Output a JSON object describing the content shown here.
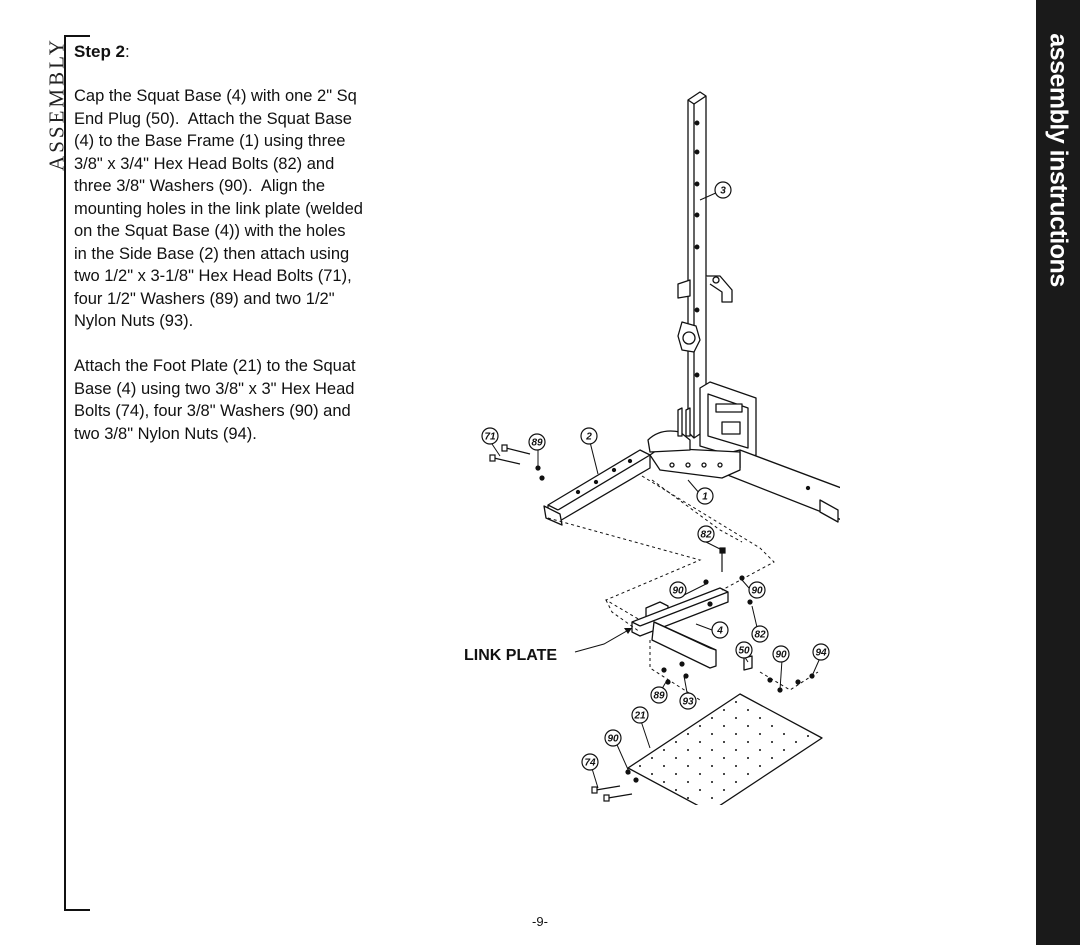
{
  "side_label": "ASSEMBLY",
  "section_tab": "assembly instructions",
  "step": {
    "label": "Step 2",
    "colon": ":"
  },
  "paragraphs": [
    "Cap the Squat Base (4) with one 2\" Sq\nEnd Plug (50).  Attach the Squat Base\n(4) to the Base Frame (1) using three\n3/8\" x 3/4\" Hex Head Bolts (82) and\nthree 3/8\" Washers (90).  Align the\nmounting holes in the link plate (welded\non the Squat Base (4)) with the holes\nin the Side Base (2) then attach using\ntwo 1/2\" x 3-1/8\" Hex Head Bolts (71),\nfour 1/2\" Washers (89) and two 1/2\"\nNylon Nuts (93).",
    "Attach the Foot Plate (21) to the Squat\nBase (4) using two 3/8\" x 3\" Hex Head\nBolts (74), four 3/8\" Washers (90) and\ntwo 3/8\" Nylon Nuts (94)."
  ],
  "diagram": {
    "link_plate_label": "LINK PLATE",
    "callouts": [
      "3",
      "71",
      "89",
      "2",
      "1",
      "82",
      "90",
      "90",
      "4",
      "82",
      "50",
      "90",
      "94",
      "89",
      "93",
      "21",
      "90",
      "74"
    ]
  },
  "page_number": "-9-"
}
